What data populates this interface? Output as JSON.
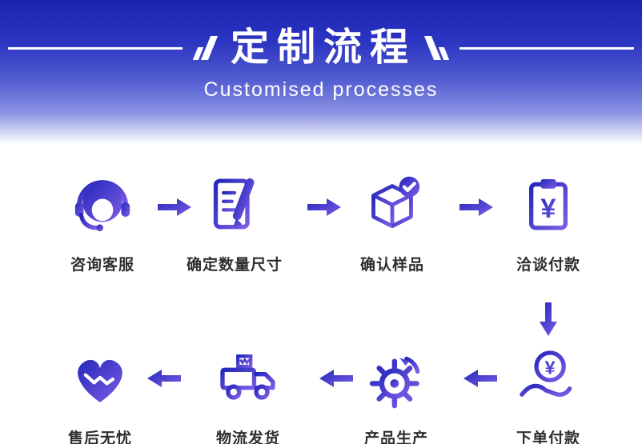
{
  "header": {
    "title": "定制流程",
    "subtitle": "Customised processes"
  },
  "flow": {
    "row1": [
      {
        "id": "consult",
        "label": "咨询客服",
        "icon": "headset-agent-icon"
      },
      {
        "id": "quantity-size",
        "label": "确定数量尺寸",
        "icon": "document-pencil-icon"
      },
      {
        "id": "confirm-sample",
        "label": "确认样品",
        "icon": "box-check-icon"
      },
      {
        "id": "negotiate-payment",
        "label": "洽谈付款",
        "icon": "clipboard-yuan-icon"
      }
    ],
    "row2": [
      {
        "id": "after-sales",
        "label": "售后无忧",
        "icon": "handshake-heart-icon"
      },
      {
        "id": "logistics",
        "label": "物流发货",
        "icon": "delivery-truck-icon"
      },
      {
        "id": "production",
        "label": "产品生产",
        "icon": "gear-arrow-icon"
      },
      {
        "id": "order-payment",
        "label": "下单付款",
        "icon": "hand-yuan-icon"
      }
    ]
  },
  "icons": {
    "yuan_symbol": "¥"
  },
  "colors": {
    "header_gradient_top": "#1a22b0",
    "icon_gradient_start": "#2328bb",
    "icon_gradient_end": "#7e5ce6",
    "title_text": "#ffffff",
    "label_text": "#2e2e2e"
  }
}
